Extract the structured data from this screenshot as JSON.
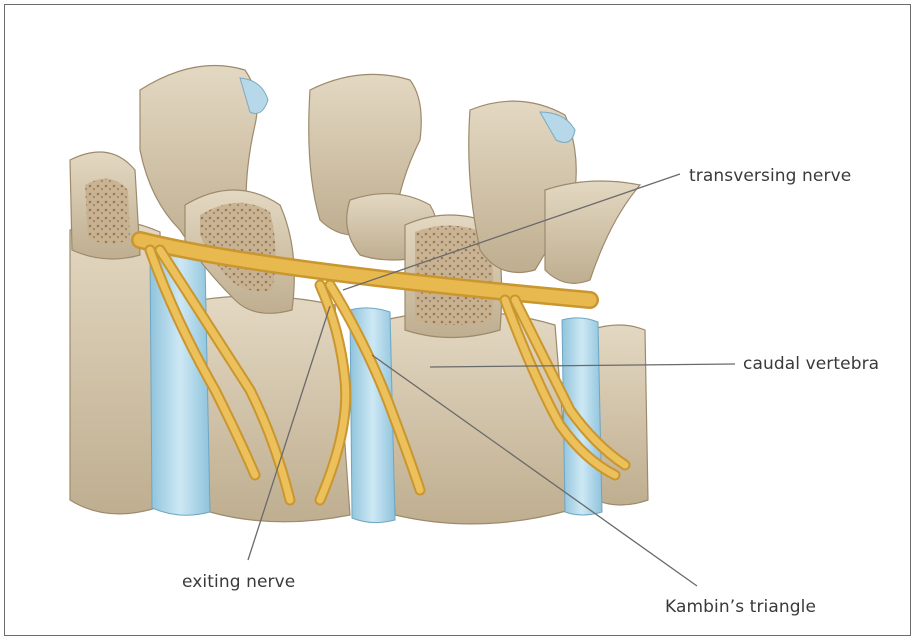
{
  "labels": {
    "transversing_nerve": "transversing nerve",
    "caudal_vertebra": "caudal vertebra",
    "exiting_nerve": "exiting nerve",
    "kambins_triangle": "Kambin’s triangle"
  },
  "colors": {
    "bone": "#d8ccb4",
    "bone_shadow": "#a8977a",
    "cancellous": "#b89f7e",
    "disc": "#a9d3e8",
    "nerve": "#e7b74c",
    "leader_line": "#6a6a6a",
    "frame_border": "#6b6b6b"
  }
}
